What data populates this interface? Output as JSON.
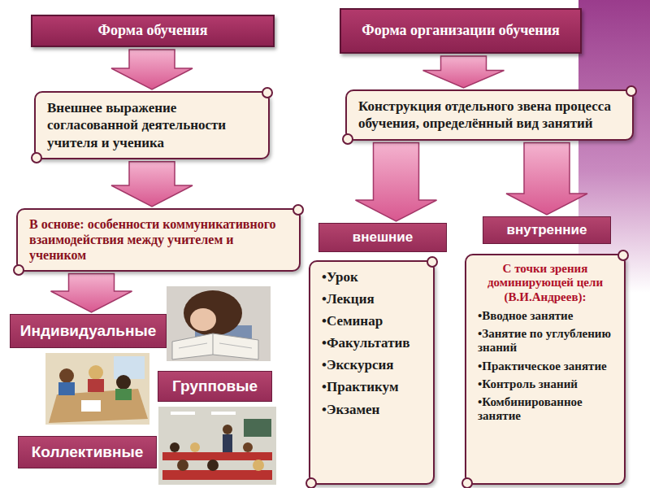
{
  "diagram": {
    "nodes": [
      {
        "text": [
          "Форма обучения"
        ]
      },
      {
        "text": [
          "Форма организации обучения"
        ]
      },
      {
        "text": [
          "Внешнее выражение согласованной деятельности учителя и ученика"
        ]
      },
      {
        "text": [
          "Конструкция отдельного звена процесса обучения, определённый вид занятий"
        ]
      },
      {
        "text": [
          "В основе: особенности коммуникативного взаимодействия между учителем и учеником"
        ]
      },
      {
        "text": [
          "внешние"
        ]
      },
      {
        "text": [
          "внутренние"
        ]
      },
      {
        "text": [
          "•Урок",
          "•Лекция",
          "•Семинар",
          "•Факультатив",
          "•Экскурсия",
          "•Практикум",
          "•Экзамен"
        ]
      },
      {
        "text": [
          "С точки зрения доминирующей цели (В.И.Андреев):",
          "•Вводное занятие",
          "•Занятие по углублению знаний",
          "•Практическое занятие",
          "•Контроль знаний",
          "•Комбинированное занятие"
        ]
      },
      {
        "text": [
          "Индивидуальные"
        ]
      },
      {
        "text": [
          "Групповые"
        ]
      },
      {
        "text": [
          "Коллективные"
        ]
      }
    ],
    "edges": [
      {
        "from": 0,
        "to": 2,
        "arrow": "to"
      },
      {
        "from": 1,
        "to": 3,
        "arrow": "to"
      },
      {
        "from": 2,
        "to": 4,
        "arrow": "to"
      },
      {
        "from": 3,
        "to": 5,
        "arrow": "to"
      },
      {
        "from": 3,
        "to": 6,
        "arrow": "to"
      },
      {
        "from": 4,
        "to": 9,
        "arrow": "to"
      }
    ]
  }
}
